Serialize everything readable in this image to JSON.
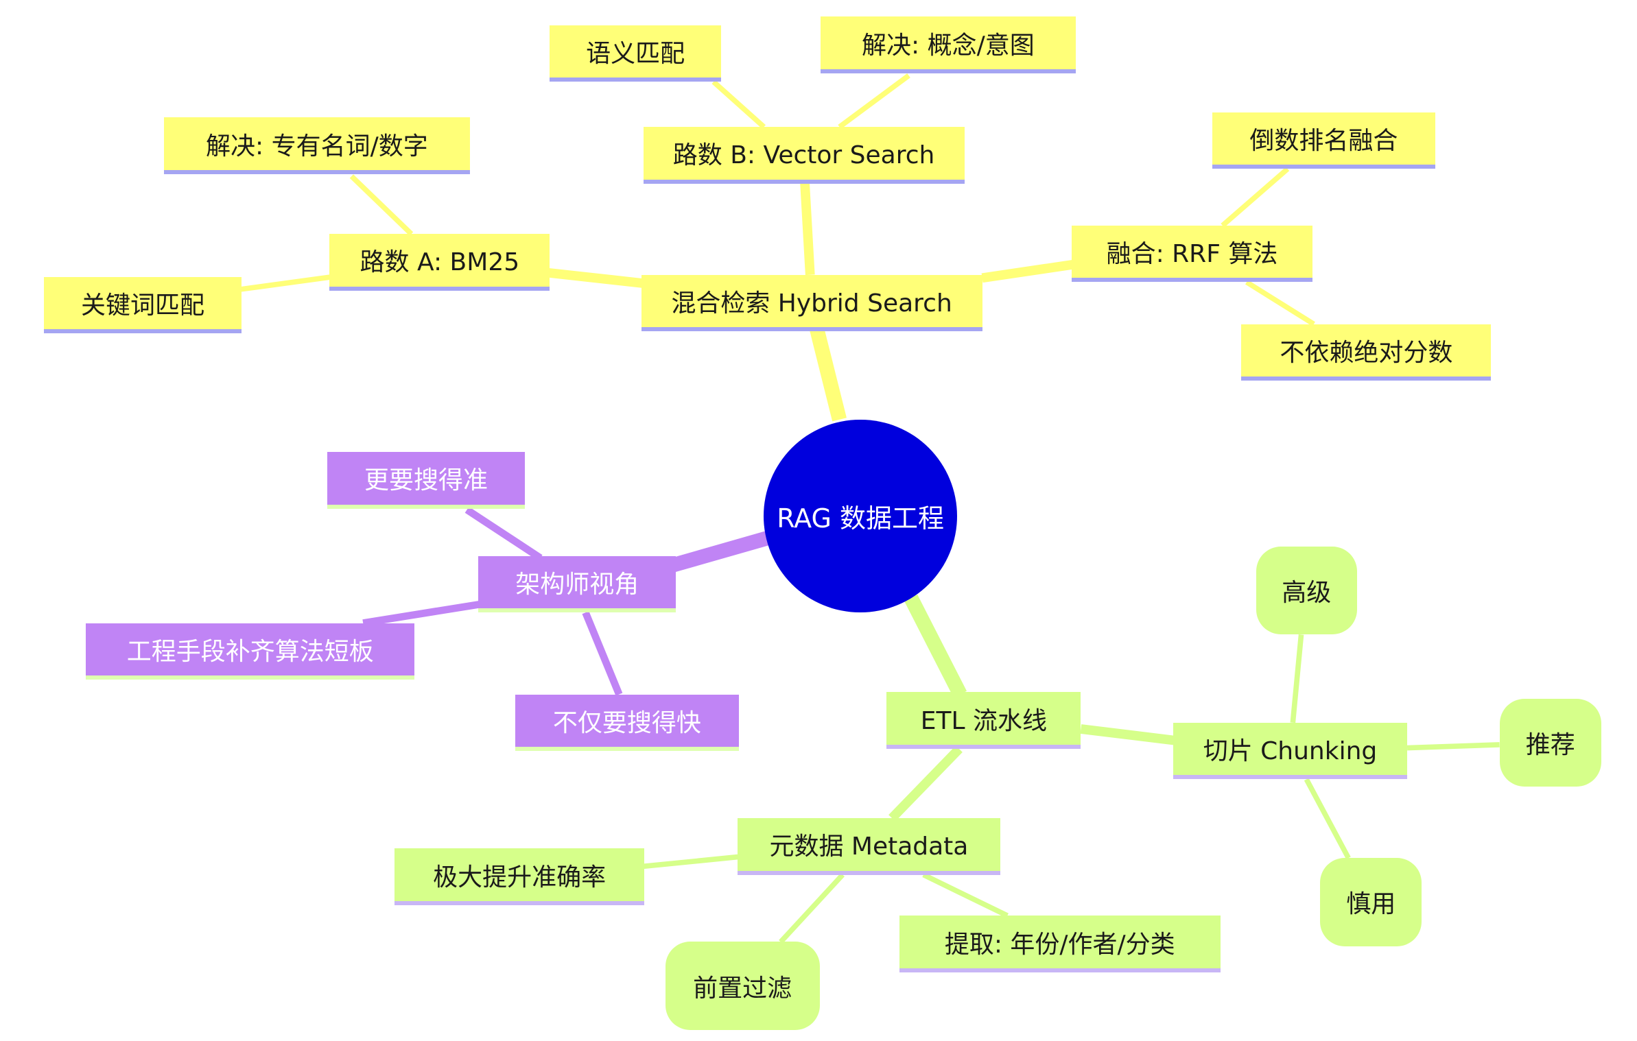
{
  "root": {
    "label": "RAG 数据工程",
    "color": "#0000dd"
  },
  "branches": {
    "hybrid": {
      "label": "混合检索 Hybrid Search",
      "color": "#ffff78",
      "route_a": {
        "label": "路数 A: BM25",
        "children": [
          "解决: 专有名词/数字",
          "关键词匹配"
        ]
      },
      "route_b": {
        "label": "路数 B: Vector Search",
        "children": [
          "语义匹配",
          "解决: 概念/意图"
        ]
      },
      "fusion": {
        "label": "融合: RRF 算法",
        "children": [
          "倒数排名融合",
          "不依赖绝对分数"
        ]
      }
    },
    "architect": {
      "label": "架构师视角",
      "color": "#c084f5",
      "children": [
        "更要搜得准",
        "工程手段补齐算法短板",
        "不仅要搜得快"
      ]
    },
    "etl": {
      "label": "ETL 流水线",
      "color": "#d6ff8a",
      "chunking": {
        "label": "切片 Chunking",
        "children": [
          "高级",
          "推荐",
          "慎用"
        ]
      },
      "metadata": {
        "label": "元数据 Metadata",
        "children": [
          "极大提升准确率",
          "前置过滤",
          "提取: 年份/作者/分类"
        ]
      }
    }
  }
}
